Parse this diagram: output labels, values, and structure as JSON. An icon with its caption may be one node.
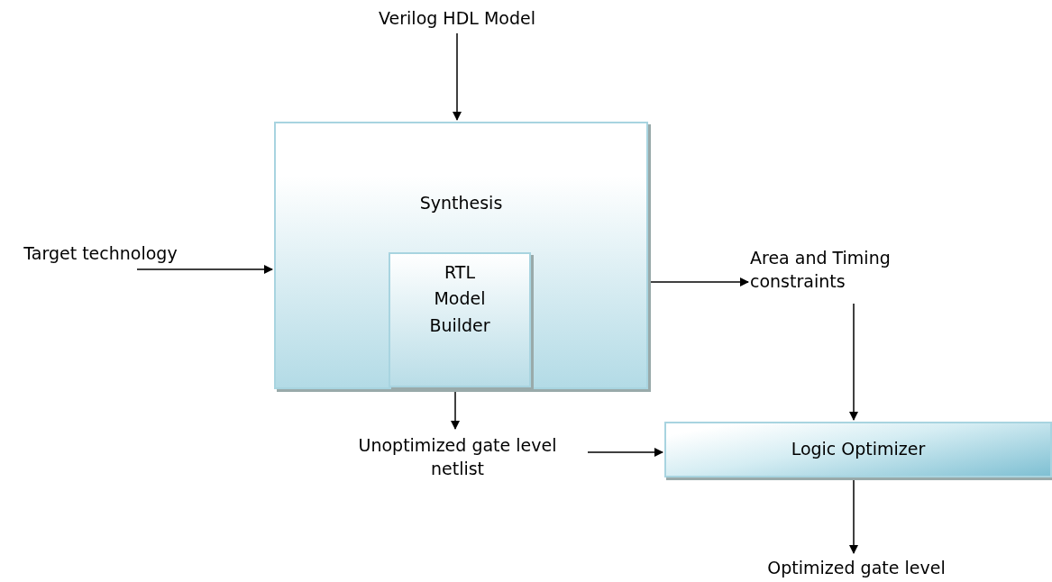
{
  "diagram": {
    "nodes": [
      {
        "text": [
          "Verilog HDL Model"
        ]
      },
      {
        "text": [
          "Synthesis"
        ]
      },
      {
        "text": [
          "RTL Model Builder"
        ],
        "in": 1
      },
      {
        "text": [
          "Target technology"
        ]
      },
      {
        "text": [
          "Area and Timing constraints"
        ]
      },
      {
        "text": [
          "Unoptimized gate level netlist"
        ]
      },
      {
        "text": [
          "Logic Optimizer"
        ]
      },
      {
        "text": [
          "Optimized gate level"
        ]
      }
    ],
    "edges": [
      {
        "from": 0,
        "to": 1,
        "arrow": "to"
      },
      {
        "from": 3,
        "to": 1,
        "arrow": "to"
      },
      {
        "from": 1,
        "to": 4,
        "arrow": "to"
      },
      {
        "from": 4,
        "to": 6,
        "arrow": "to"
      },
      {
        "from": 1,
        "to": 5,
        "arrow": "to"
      },
      {
        "from": 5,
        "to": 6,
        "arrow": "to"
      },
      {
        "from": 6,
        "to": 7,
        "arrow": "to"
      }
    ]
  }
}
